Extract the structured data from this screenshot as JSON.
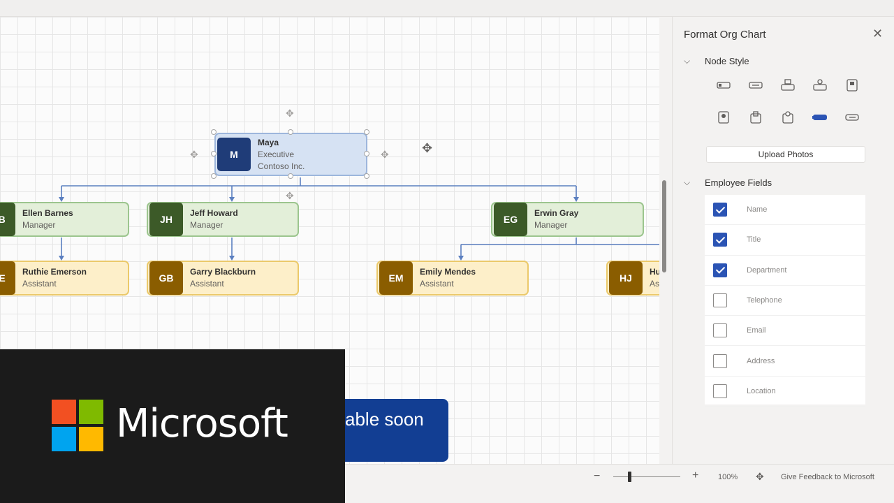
{
  "canvas": {
    "executive": {
      "initials": "M",
      "name": "Maya",
      "title": "Executive",
      "department": "Contoso Inc."
    },
    "managers": [
      {
        "initials": "EB",
        "name": "Ellen Barnes",
        "title": "Manager"
      },
      {
        "initials": "JH",
        "name": "Jeff Howard",
        "title": "Manager"
      },
      {
        "initials": "EG",
        "name": "Erwin Gray",
        "title": "Manager"
      }
    ],
    "assistants": [
      {
        "initials": "RE",
        "name": "Ruthie Emerson",
        "title": "Assistant"
      },
      {
        "initials": "GB",
        "name": "Garry Blackburn",
        "title": "Assistant"
      },
      {
        "initials": "EM",
        "name": "Emily Mendes",
        "title": "Assistant"
      },
      {
        "initials": "HJ",
        "name": "Hu",
        "title": "As"
      }
    ],
    "promo_text": "able soon"
  },
  "panel": {
    "title": "Format Org Chart",
    "close_icon": "close-icon",
    "node_style": {
      "heading": "Node Style",
      "styles": [
        "style-1",
        "style-2",
        "style-3",
        "style-4",
        "style-5",
        "style-6",
        "style-7",
        "style-8",
        "style-9",
        "style-10"
      ],
      "selected_index": 8,
      "upload_label": "Upload Photos"
    },
    "employee_fields": {
      "heading": "Employee Fields",
      "fields": [
        {
          "label": "Name",
          "checked": true
        },
        {
          "label": "Title",
          "checked": true
        },
        {
          "label": "Department",
          "checked": true
        },
        {
          "label": "Telephone",
          "checked": false
        },
        {
          "label": "Email",
          "checked": false
        },
        {
          "label": "Address",
          "checked": false
        },
        {
          "label": "Location",
          "checked": false
        }
      ]
    }
  },
  "statusbar": {
    "zoom_minus": "−",
    "zoom_plus": "+",
    "zoom_level": "100%",
    "zoom_fraction": 0.25,
    "feedback": "Give Feedback to Microsoft"
  },
  "overlay": {
    "brand": "Microsoft",
    "logo_colors": [
      "#f25022",
      "#7fba00",
      "#00a4ef",
      "#ffb900"
    ]
  },
  "colors": {
    "accent": "#2b54b4",
    "connector": "#5b7fc0"
  }
}
